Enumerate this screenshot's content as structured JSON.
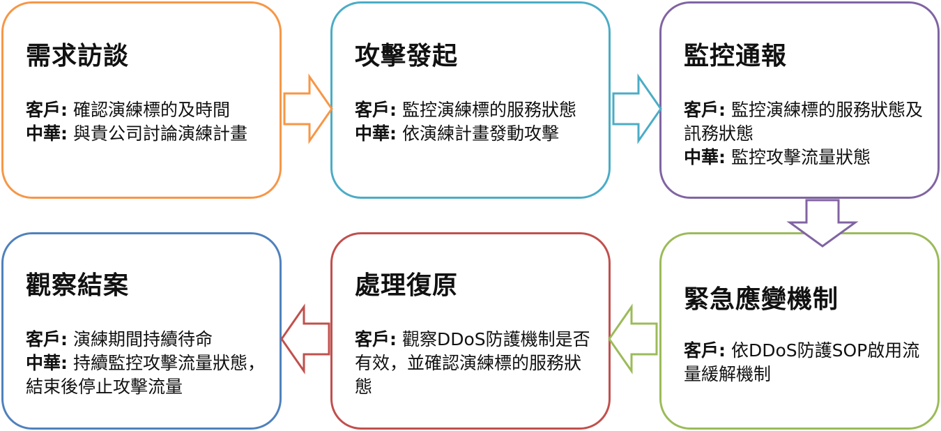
{
  "steps": [
    {
      "title": "需求訪談",
      "color": "#F79646",
      "lines": [
        {
          "label": "客戶:",
          "text": " 確認演練標的及時間"
        },
        {
          "label": "中華:",
          "text": " 與貴公司討論演練計畫"
        }
      ]
    },
    {
      "title": "攻擊發起",
      "color": "#4BACC6",
      "lines": [
        {
          "label": "客戶:",
          "text": " 監控演練標的服務狀態"
        },
        {
          "label": "中華:",
          "text": " 依演練計畫發動攻擊"
        }
      ]
    },
    {
      "title": "監控通報",
      "color": "#8064A2",
      "lines": [
        {
          "label": "客戶:",
          "text": " 監控演練標的服務狀態及訊務狀態"
        },
        {
          "label": "中華:",
          "text": " 監控攻擊流量狀態"
        }
      ]
    },
    {
      "title": "緊急應變機制",
      "color": "#9BBB59",
      "lines": [
        {
          "label": "客戶:",
          "text": " 依DDoS防護SOP啟用流量緩解機制"
        }
      ]
    },
    {
      "title": "處理復原",
      "color": "#C0504D",
      "lines": [
        {
          "label": "客戶:",
          "text": " 觀察DDoS防護機制是否有效，並確認演練標的服務狀態"
        }
      ]
    },
    {
      "title": "觀察結案",
      "color": "#4F81BD",
      "lines": [
        {
          "label": "客戶:",
          "text": " 演練期間持續待命"
        },
        {
          "label": "中華:",
          "text": " 持續監控攻擊流量狀態，結束後停止攻擊流量"
        }
      ]
    }
  ],
  "arrows": [
    {
      "direction": "right",
      "color": "#F79646"
    },
    {
      "direction": "right",
      "color": "#4BACC6"
    },
    {
      "direction": "down",
      "color": "#8064A2"
    },
    {
      "direction": "left",
      "color": "#9BBB59"
    },
    {
      "direction": "left",
      "color": "#C0504D"
    }
  ]
}
